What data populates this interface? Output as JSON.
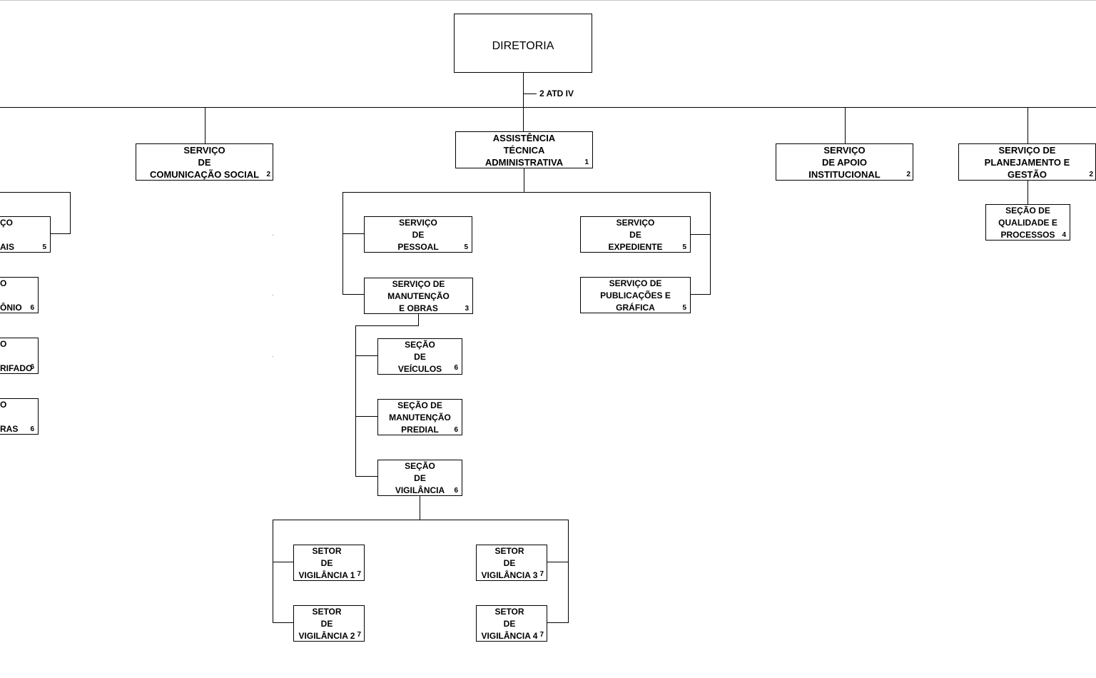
{
  "diretoria": {
    "label": "DIRETORIA"
  },
  "staff_note": "2 ATD IV",
  "assistencia": {
    "lines": [
      "ASSISTÊNCIA",
      "TÉCNICA",
      "ADMINISTRATIVA"
    ],
    "code": "1"
  },
  "comunicacao": {
    "lines": [
      "SERVIÇO",
      "DE",
      "COMUNICAÇÃO SOCIAL"
    ],
    "code": "2"
  },
  "apoio": {
    "lines": [
      "SERVIÇO",
      "DE APOIO",
      "INSTITUCIONAL"
    ],
    "code": "2"
  },
  "planejamento": {
    "lines": [
      "SERVIÇO DE",
      "PLANEJAMENTO E",
      "GESTÃO"
    ],
    "code": "2"
  },
  "qualidade": {
    "lines": [
      "SEÇÃO DE",
      "QUALIDADE E",
      "PROCESSOS"
    ],
    "code": "4"
  },
  "left_partial": {
    "b1": {
      "lines": [
        "ÇO",
        "",
        "AIS"
      ],
      "code": "5"
    },
    "b2": {
      "lines": [
        "O",
        "",
        "ÔNIO"
      ],
      "code": "6"
    },
    "b3": {
      "lines": [
        "O",
        "",
        "RIFADO"
      ],
      "code": "6"
    },
    "b4": {
      "lines": [
        "O",
        "",
        "RAS"
      ],
      "code": "6"
    }
  },
  "pessoal": {
    "lines": [
      "SERVIÇO",
      "DE",
      "PESSOAL"
    ],
    "code": "5"
  },
  "manutencao_obras": {
    "lines": [
      "SERVIÇO DE",
      "MANUTENÇÃO",
      "E OBRAS"
    ],
    "code": "3"
  },
  "expediente": {
    "lines": [
      "SERVIÇO",
      "DE",
      "EXPEDIENTE"
    ],
    "code": "5"
  },
  "publicacoes": {
    "lines": [
      "SERVIÇO DE",
      "PUBLICAÇÕES E",
      "GRÁFICA"
    ],
    "code": "5"
  },
  "veiculos": {
    "lines": [
      "SEÇÃO",
      "DE",
      "VEÍCULOS"
    ],
    "code": "6"
  },
  "manutencao_predial": {
    "lines": [
      "SEÇÃO DE",
      "MANUTENÇÃO",
      "PREDIAL"
    ],
    "code": "6"
  },
  "vigilancia": {
    "lines": [
      "SEÇÃO",
      "DE",
      "VIGILÂNCIA"
    ],
    "code": "6"
  },
  "vig1": {
    "lines": [
      "SETOR",
      "DE",
      "VIGILÂNCIA 1"
    ],
    "code": "7"
  },
  "vig2": {
    "lines": [
      "SETOR",
      "DE",
      "VIGILÂNCIA 2"
    ],
    "code": "7"
  },
  "vig3": {
    "lines": [
      "SETOR",
      "DE",
      "VIGILÂNCIA 3"
    ],
    "code": "7"
  },
  "vig4": {
    "lines": [
      "SETOR",
      "DE",
      "VIGILÂNCIA 4"
    ],
    "code": "7"
  }
}
